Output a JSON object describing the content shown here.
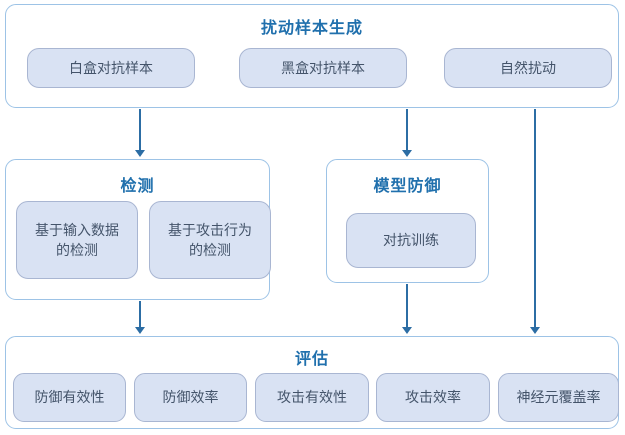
{
  "colors": {
    "container_border": "#9DC3E6",
    "box_fill": "#D9E2F3",
    "box_border": "#A9B6D2",
    "title_text": "#2070AD",
    "box_text": "#44546A",
    "arrow": "#2C6DA4",
    "background": "#FFFFFF"
  },
  "diagram": {
    "generation": {
      "title": "扰动样本生成",
      "items": [
        "白盒对抗样本",
        "黑盒对抗样本",
        "自然扰动"
      ]
    },
    "detection": {
      "title": "检测",
      "items": [
        "基于输入数据\n的检测",
        "基于攻击行为\n的检测"
      ]
    },
    "model_defense": {
      "title": "模型防御",
      "items": [
        "对抗训练"
      ]
    },
    "evaluation": {
      "title": "评估",
      "items": [
        "防御有效性",
        "防御效率",
        "攻击有效性",
        "攻击效率",
        "神经元覆盖率"
      ]
    }
  }
}
